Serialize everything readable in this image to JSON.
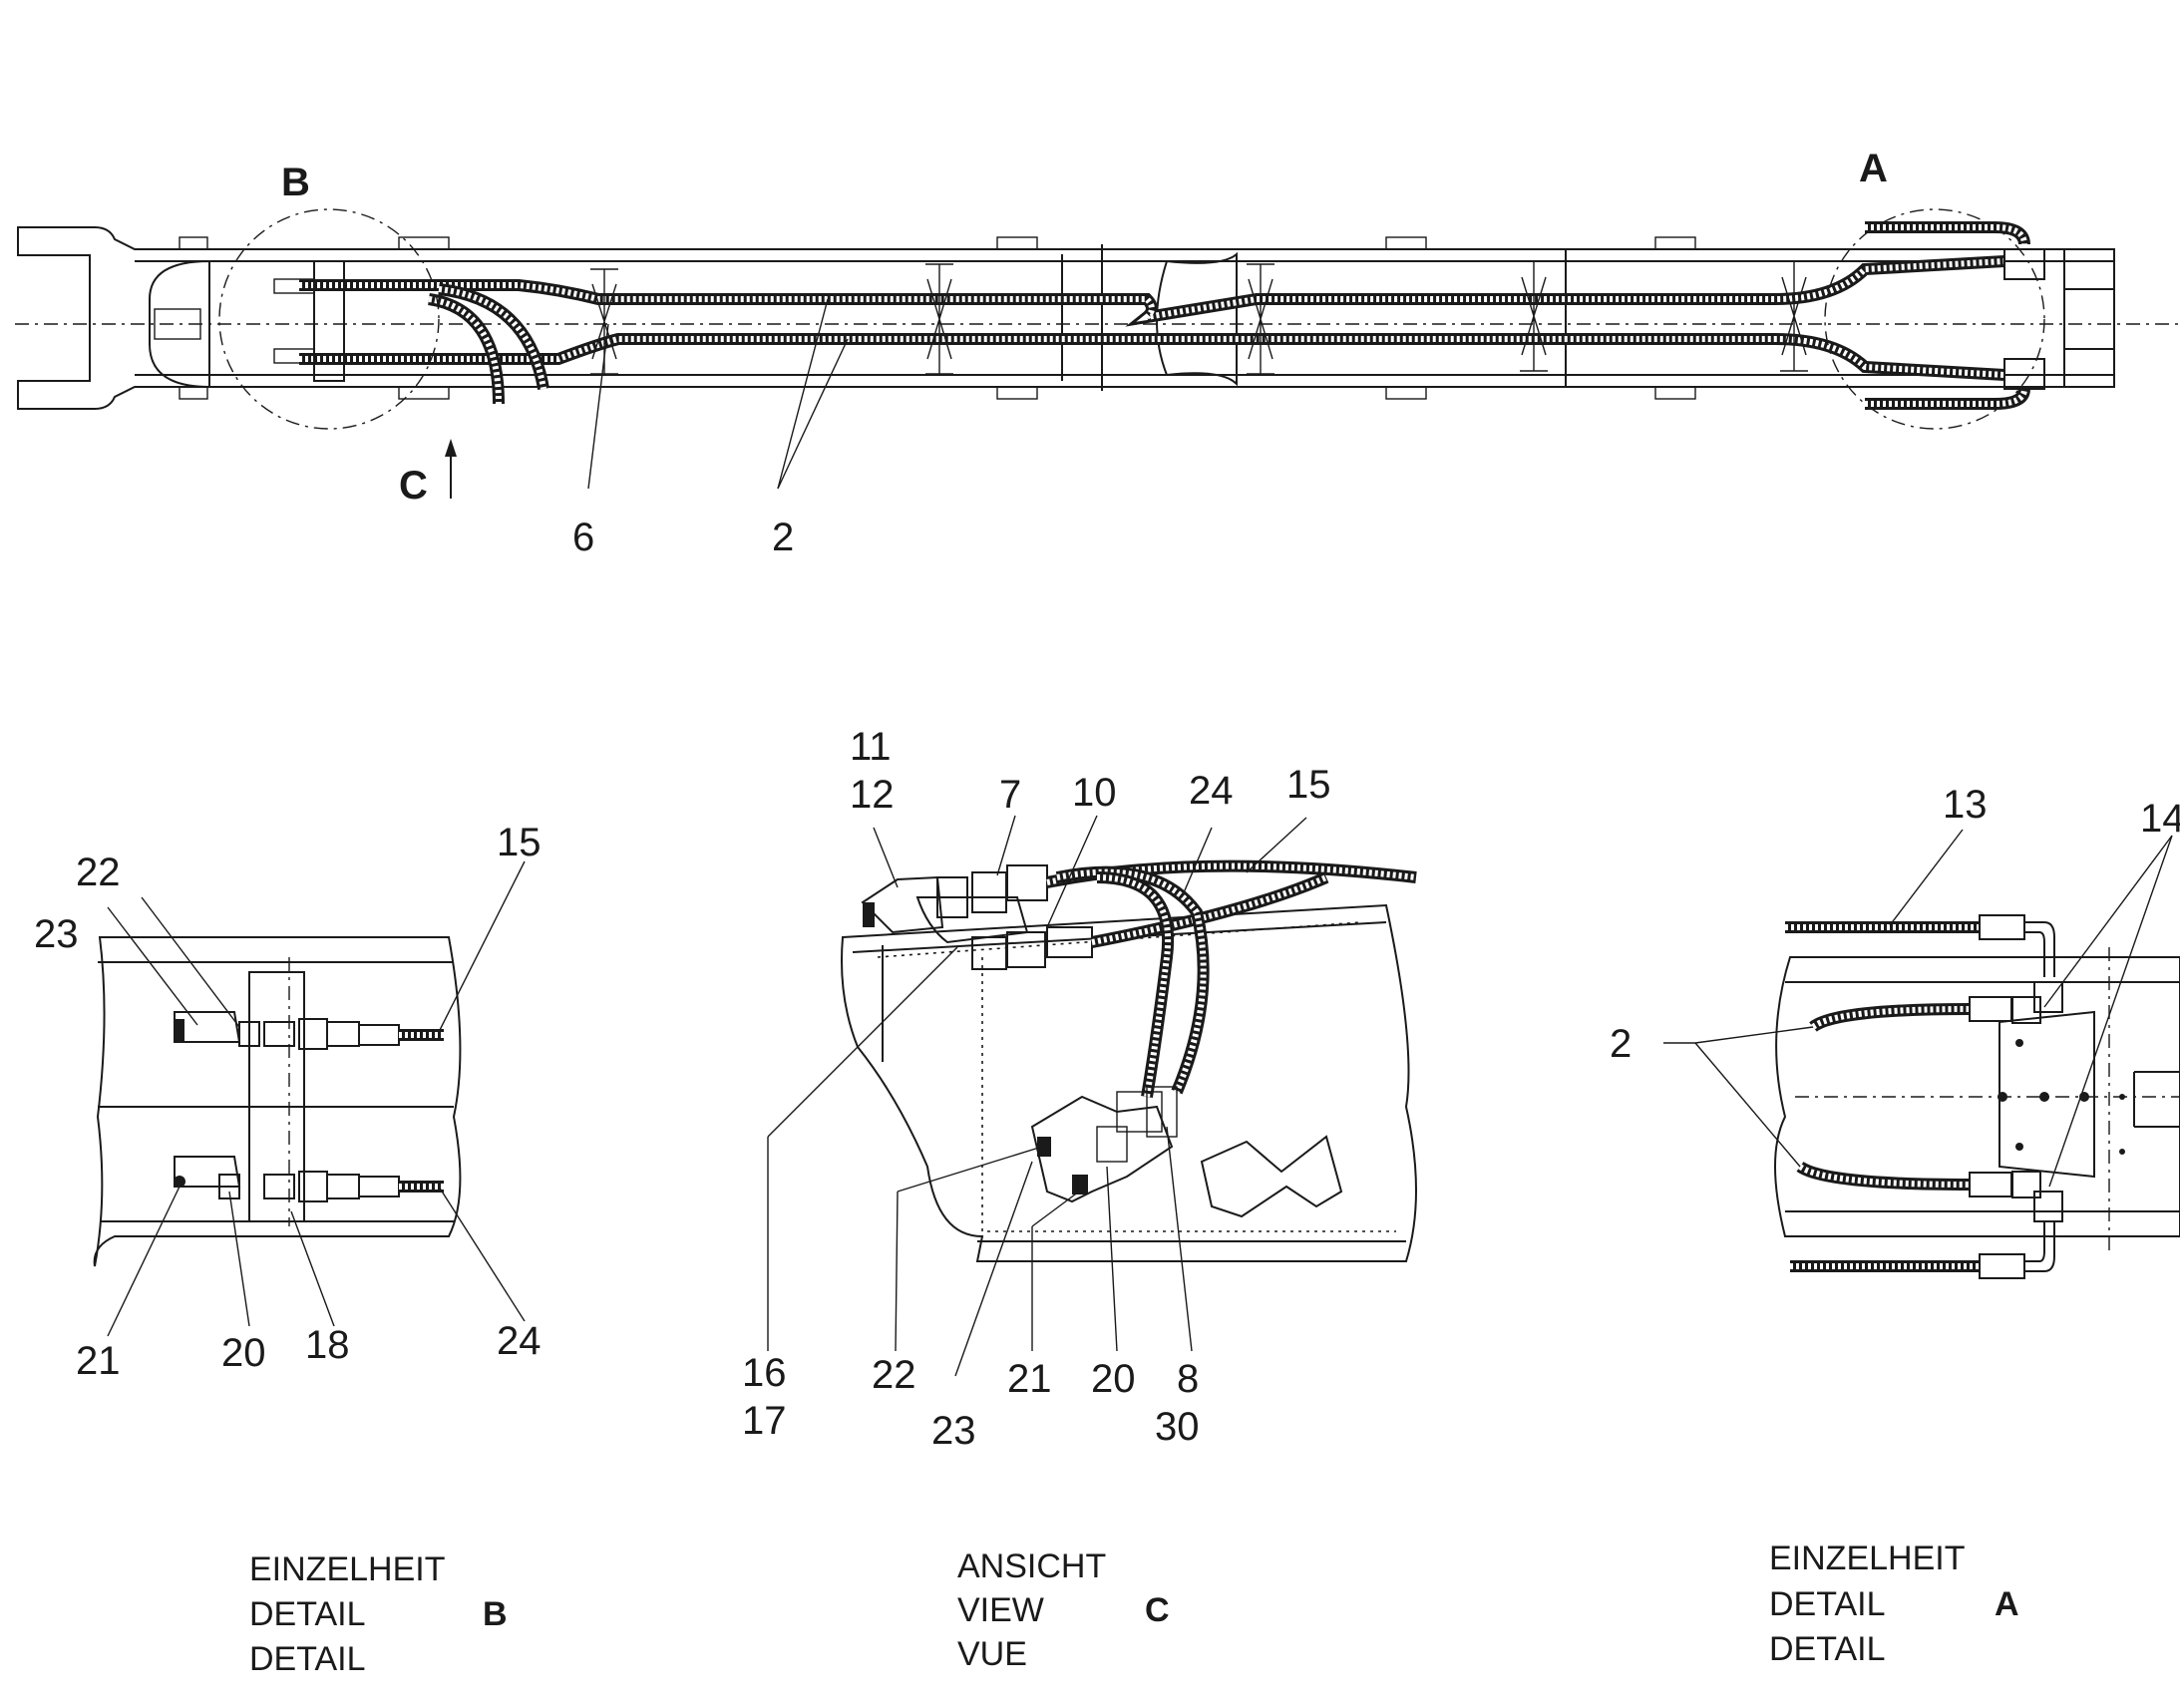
{
  "detail_letters": {
    "a": "A",
    "b": "B",
    "c": "C"
  },
  "top_view_callouts": {
    "c6": "6",
    "c2": "2"
  },
  "detail_b": {
    "callouts": [
      "22",
      "23",
      "15",
      "21",
      "20",
      "18",
      "24"
    ],
    "caption": [
      "EINZELHEIT",
      "DETAIL",
      "DETAIL"
    ],
    "letter": "B"
  },
  "view_c": {
    "callouts_top": [
      "11",
      "12",
      "7",
      "10",
      "24",
      "15"
    ],
    "callouts_bottom": [
      "16",
      "17",
      "22",
      "23",
      "21",
      "20",
      "8",
      "30"
    ],
    "caption": [
      "ANSICHT",
      "VIEW",
      "VUE"
    ],
    "letter": "C"
  },
  "detail_a": {
    "callouts": [
      "13",
      "14",
      "2"
    ],
    "caption": [
      "EINZELHEIT",
      "DETAIL",
      "DETAIL"
    ],
    "letter": "A"
  }
}
